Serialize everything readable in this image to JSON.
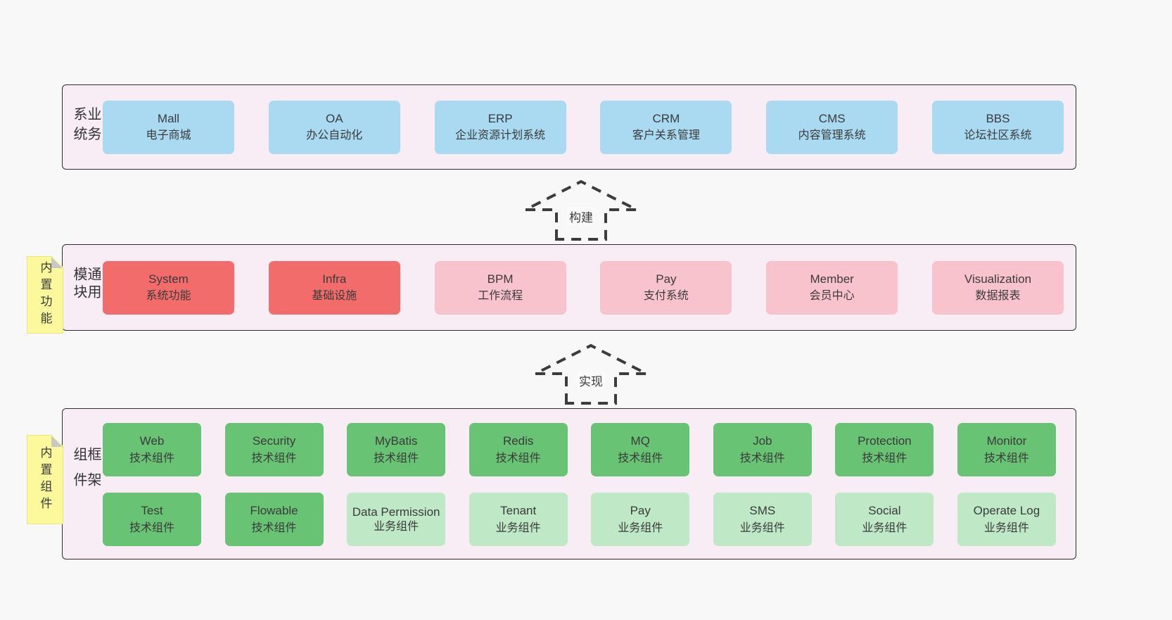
{
  "colors": {
    "page_bg": "#f8f8f8",
    "layer_bg": "#f8edf5",
    "layer_border": "#2e2e2e",
    "card_blue": "#a9daf2",
    "card_red": "#f26c6c",
    "card_pink": "#f9c3ce",
    "card_green_dark": "#68c374",
    "card_green_light": "#bfe8c7",
    "sticky_yellow": "#fbf99c",
    "sticky_fold_gray": "#c8c8c8",
    "text": "#3a3a3a"
  },
  "diagram": {
    "business": {
      "label": "业务系统",
      "boxes": [
        {
          "name": "Mall",
          "desc": "电子商城"
        },
        {
          "name": "OA",
          "desc": "办公自动化"
        },
        {
          "name": "ERP",
          "desc": "企业资源计划系统"
        },
        {
          "name": "CRM",
          "desc": "客户关系管理"
        },
        {
          "name": "CMS",
          "desc": "内容管理系统"
        },
        {
          "name": "BBS",
          "desc": "论坛社区系统"
        }
      ]
    },
    "arrows": {
      "build": {
        "label": "构建"
      },
      "implement": {
        "label": "实现"
      }
    },
    "modules": {
      "label": "通用模块",
      "sticky": "内置功能",
      "boxes": [
        {
          "name": "System",
          "desc": "系统功能"
        },
        {
          "name": "Infra",
          "desc": "基础设施"
        },
        {
          "name": "BPM",
          "desc": "工作流程"
        },
        {
          "name": "Pay",
          "desc": "支付系统"
        },
        {
          "name": "Member",
          "desc": "会员中心"
        },
        {
          "name": "Visualization",
          "desc": "数据报表"
        }
      ]
    },
    "framework": {
      "label": "框架组件",
      "sticky": "内置组件",
      "row1": [
        {
          "name": "Web",
          "desc": "技术组件"
        },
        {
          "name": "Security",
          "desc": "技术组件"
        },
        {
          "name": "MyBatis",
          "desc": "技术组件"
        },
        {
          "name": "Redis",
          "desc": "技术组件"
        },
        {
          "name": "MQ",
          "desc": "技术组件"
        },
        {
          "name": "Job",
          "desc": "技术组件"
        },
        {
          "name": "Protection",
          "desc": "技术组件"
        },
        {
          "name": "Monitor",
          "desc": "技术组件"
        }
      ],
      "row2": [
        {
          "name": "Test",
          "desc": "技术组件"
        },
        {
          "name": "Flowable",
          "desc": "技术组件"
        },
        {
          "name": "Data Permission",
          "desc": "业务组件"
        },
        {
          "name": "Tenant",
          "desc": "业务组件"
        },
        {
          "name": "Pay",
          "desc": "业务组件"
        },
        {
          "name": "SMS",
          "desc": "业务组件"
        },
        {
          "name": "Social",
          "desc": "业务组件"
        },
        {
          "name": "Operate Log",
          "desc": "业务组件"
        }
      ]
    }
  }
}
